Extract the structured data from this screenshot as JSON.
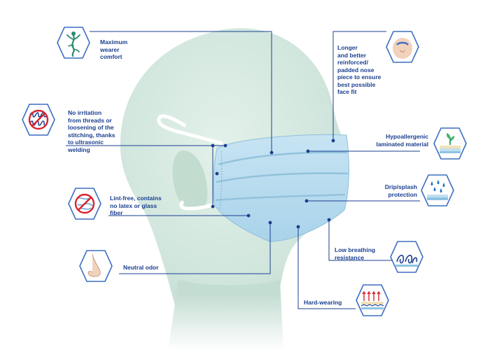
{
  "colors": {
    "line": "#1b3f8f",
    "label_text": "#1b3f8f",
    "icon_border": "#3b6fc2",
    "icon_fill": "#ffffff",
    "mask": "#b8dcef",
    "mask_pleat_shadow": "#93c2dc",
    "head": "#d6e9e1",
    "head_shadow": "#b7d4c7",
    "ear_loop": "#ffffff"
  },
  "callouts": [
    {
      "id": "comfort",
      "icon": "person-stretch-icon",
      "lines": [
        "Maximum",
        "wearer",
        "comfort"
      ]
    },
    {
      "id": "nose-piece",
      "icon": "nose-piece-icon",
      "lines": [
        "Longer",
        "and better",
        "reinforced/",
        "padded nose",
        "piece to ensure",
        "best possible",
        "face fit"
      ]
    },
    {
      "id": "no-irritation",
      "icon": "stitching-crossed-icon",
      "lines": [
        "No irritation",
        "from threads or",
        "loosening of the",
        "stitching, thanks",
        "to ultrasonic",
        "welding"
      ]
    },
    {
      "id": "hypoallergenic",
      "icon": "sprout-layers-icon",
      "lines": [
        "Hypoallergenic",
        "laminated material"
      ]
    },
    {
      "id": "drip-splash",
      "icon": "droplets-icon",
      "lines": [
        "Drip/splash",
        "protection"
      ]
    },
    {
      "id": "lint-free",
      "icon": "fibers-crossed-icon",
      "lines": [
        "Lint-free, contains",
        "no latex or glass",
        "fiber"
      ]
    },
    {
      "id": "breathing",
      "icon": "airflow-icon",
      "lines": [
        "Low breathing",
        "resistance"
      ]
    },
    {
      "id": "odor",
      "icon": "nose-odor-icon",
      "lines": [
        "Neutral odor"
      ]
    },
    {
      "id": "hard-wearing",
      "icon": "durability-icon",
      "lines": [
        "Hard-wearing"
      ]
    }
  ]
}
